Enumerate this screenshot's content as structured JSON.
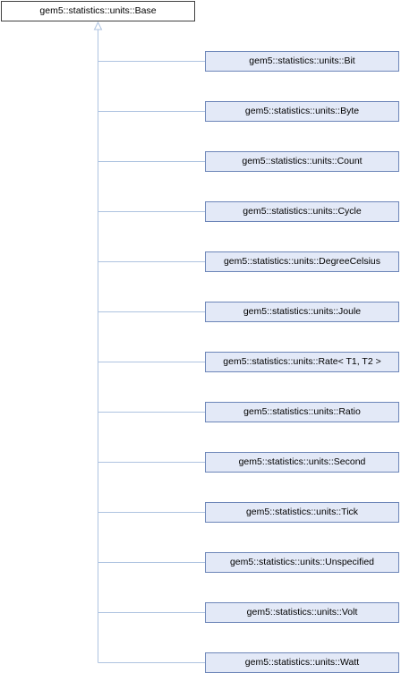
{
  "diagram": {
    "type": "inheritance",
    "edge_color": "#aec3e0",
    "base_class": {
      "label": "gem5::statistics::units::Base"
    },
    "derived_classes": [
      {
        "id": "bit",
        "label": "gem5::statistics::units::Bit"
      },
      {
        "id": "byte",
        "label": "gem5::statistics::units::Byte"
      },
      {
        "id": "count",
        "label": "gem5::statistics::units::Count"
      },
      {
        "id": "cycle",
        "label": "gem5::statistics::units::Cycle"
      },
      {
        "id": "degree-celsius",
        "label": "gem5::statistics::units::DegreeCelsius"
      },
      {
        "id": "joule",
        "label": "gem5::statistics::units::Joule"
      },
      {
        "id": "rate",
        "label": "gem5::statistics::units::Rate< T1, T2 >"
      },
      {
        "id": "ratio",
        "label": "gem5::statistics::units::Ratio"
      },
      {
        "id": "second",
        "label": "gem5::statistics::units::Second"
      },
      {
        "id": "tick",
        "label": "gem5::statistics::units::Tick"
      },
      {
        "id": "unspecified",
        "label": "gem5::statistics::units::Unspecified"
      },
      {
        "id": "volt",
        "label": "gem5::statistics::units::Volt"
      },
      {
        "id": "watt",
        "label": "gem5::statistics::units::Watt"
      }
    ]
  }
}
